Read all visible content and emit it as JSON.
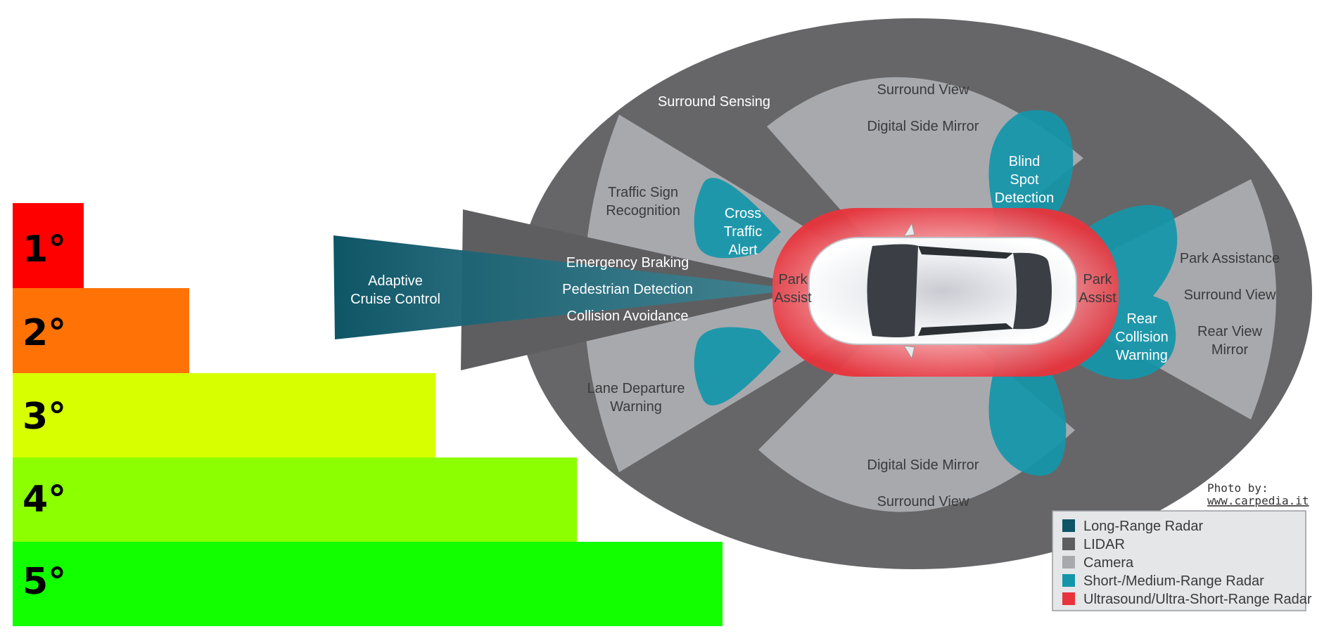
{
  "levels": [
    {
      "label": "1°",
      "color": "#ff0000",
      "value": 1
    },
    {
      "label": "2°",
      "color": "#ff7206",
      "value": 2
    },
    {
      "label": "3°",
      "color": "#d7ff00",
      "value": 3
    },
    {
      "label": "4°",
      "color": "#8cff00",
      "value": 4
    },
    {
      "label": "5°",
      "color": "#12ff00",
      "value": 5
    }
  ],
  "diagram": {
    "surround_sensing": "Surround Sensing",
    "front_top": {
      "line1": "Surround View",
      "line2": "Digital Side Mirror"
    },
    "front_bottom": {
      "line1": "Digital Side Mirror",
      "line2": "Surround View"
    },
    "traffic_sign": [
      "Traffic Sign",
      "Recognition"
    ],
    "lane_departure": [
      "Lane Departure",
      "Warning"
    ],
    "cross_traffic": [
      "Cross",
      "Traffic",
      "Alert"
    ],
    "blind_spot": [
      "Blind",
      "Spot",
      "Detection"
    ],
    "adaptive_cruise": [
      "Adaptive",
      "Cruise Control"
    ],
    "emergency_braking": "Emergency Braking",
    "pedestrian_detection": "Pedestrian Detection",
    "collision_avoidance": "Collision Avoidance",
    "park_assist_front": [
      "Park",
      "Assist"
    ],
    "park_assist_rear": [
      "Park",
      "Assist"
    ],
    "rear_collision": [
      "Rear",
      "Collision",
      "Warning"
    ],
    "rear_camera": [
      "Park Assistance",
      "Surround View",
      "Rear View",
      "Mirror"
    ]
  },
  "legend": [
    {
      "label": "Long-Range Radar",
      "color": "#0e5566"
    },
    {
      "label": "LIDAR",
      "color": "#5e5e60"
    },
    {
      "label": "Camera",
      "color": "#a8a9ad"
    },
    {
      "label": "Short-/Medium-Range Radar",
      "color": "#1496aa"
    },
    {
      "label": "Ultrasound/Ultra-Short-Range Radar",
      "color": "#e8333c"
    }
  ],
  "credit": {
    "line1": "Photo by:",
    "line2": "www.carpedia.it"
  }
}
